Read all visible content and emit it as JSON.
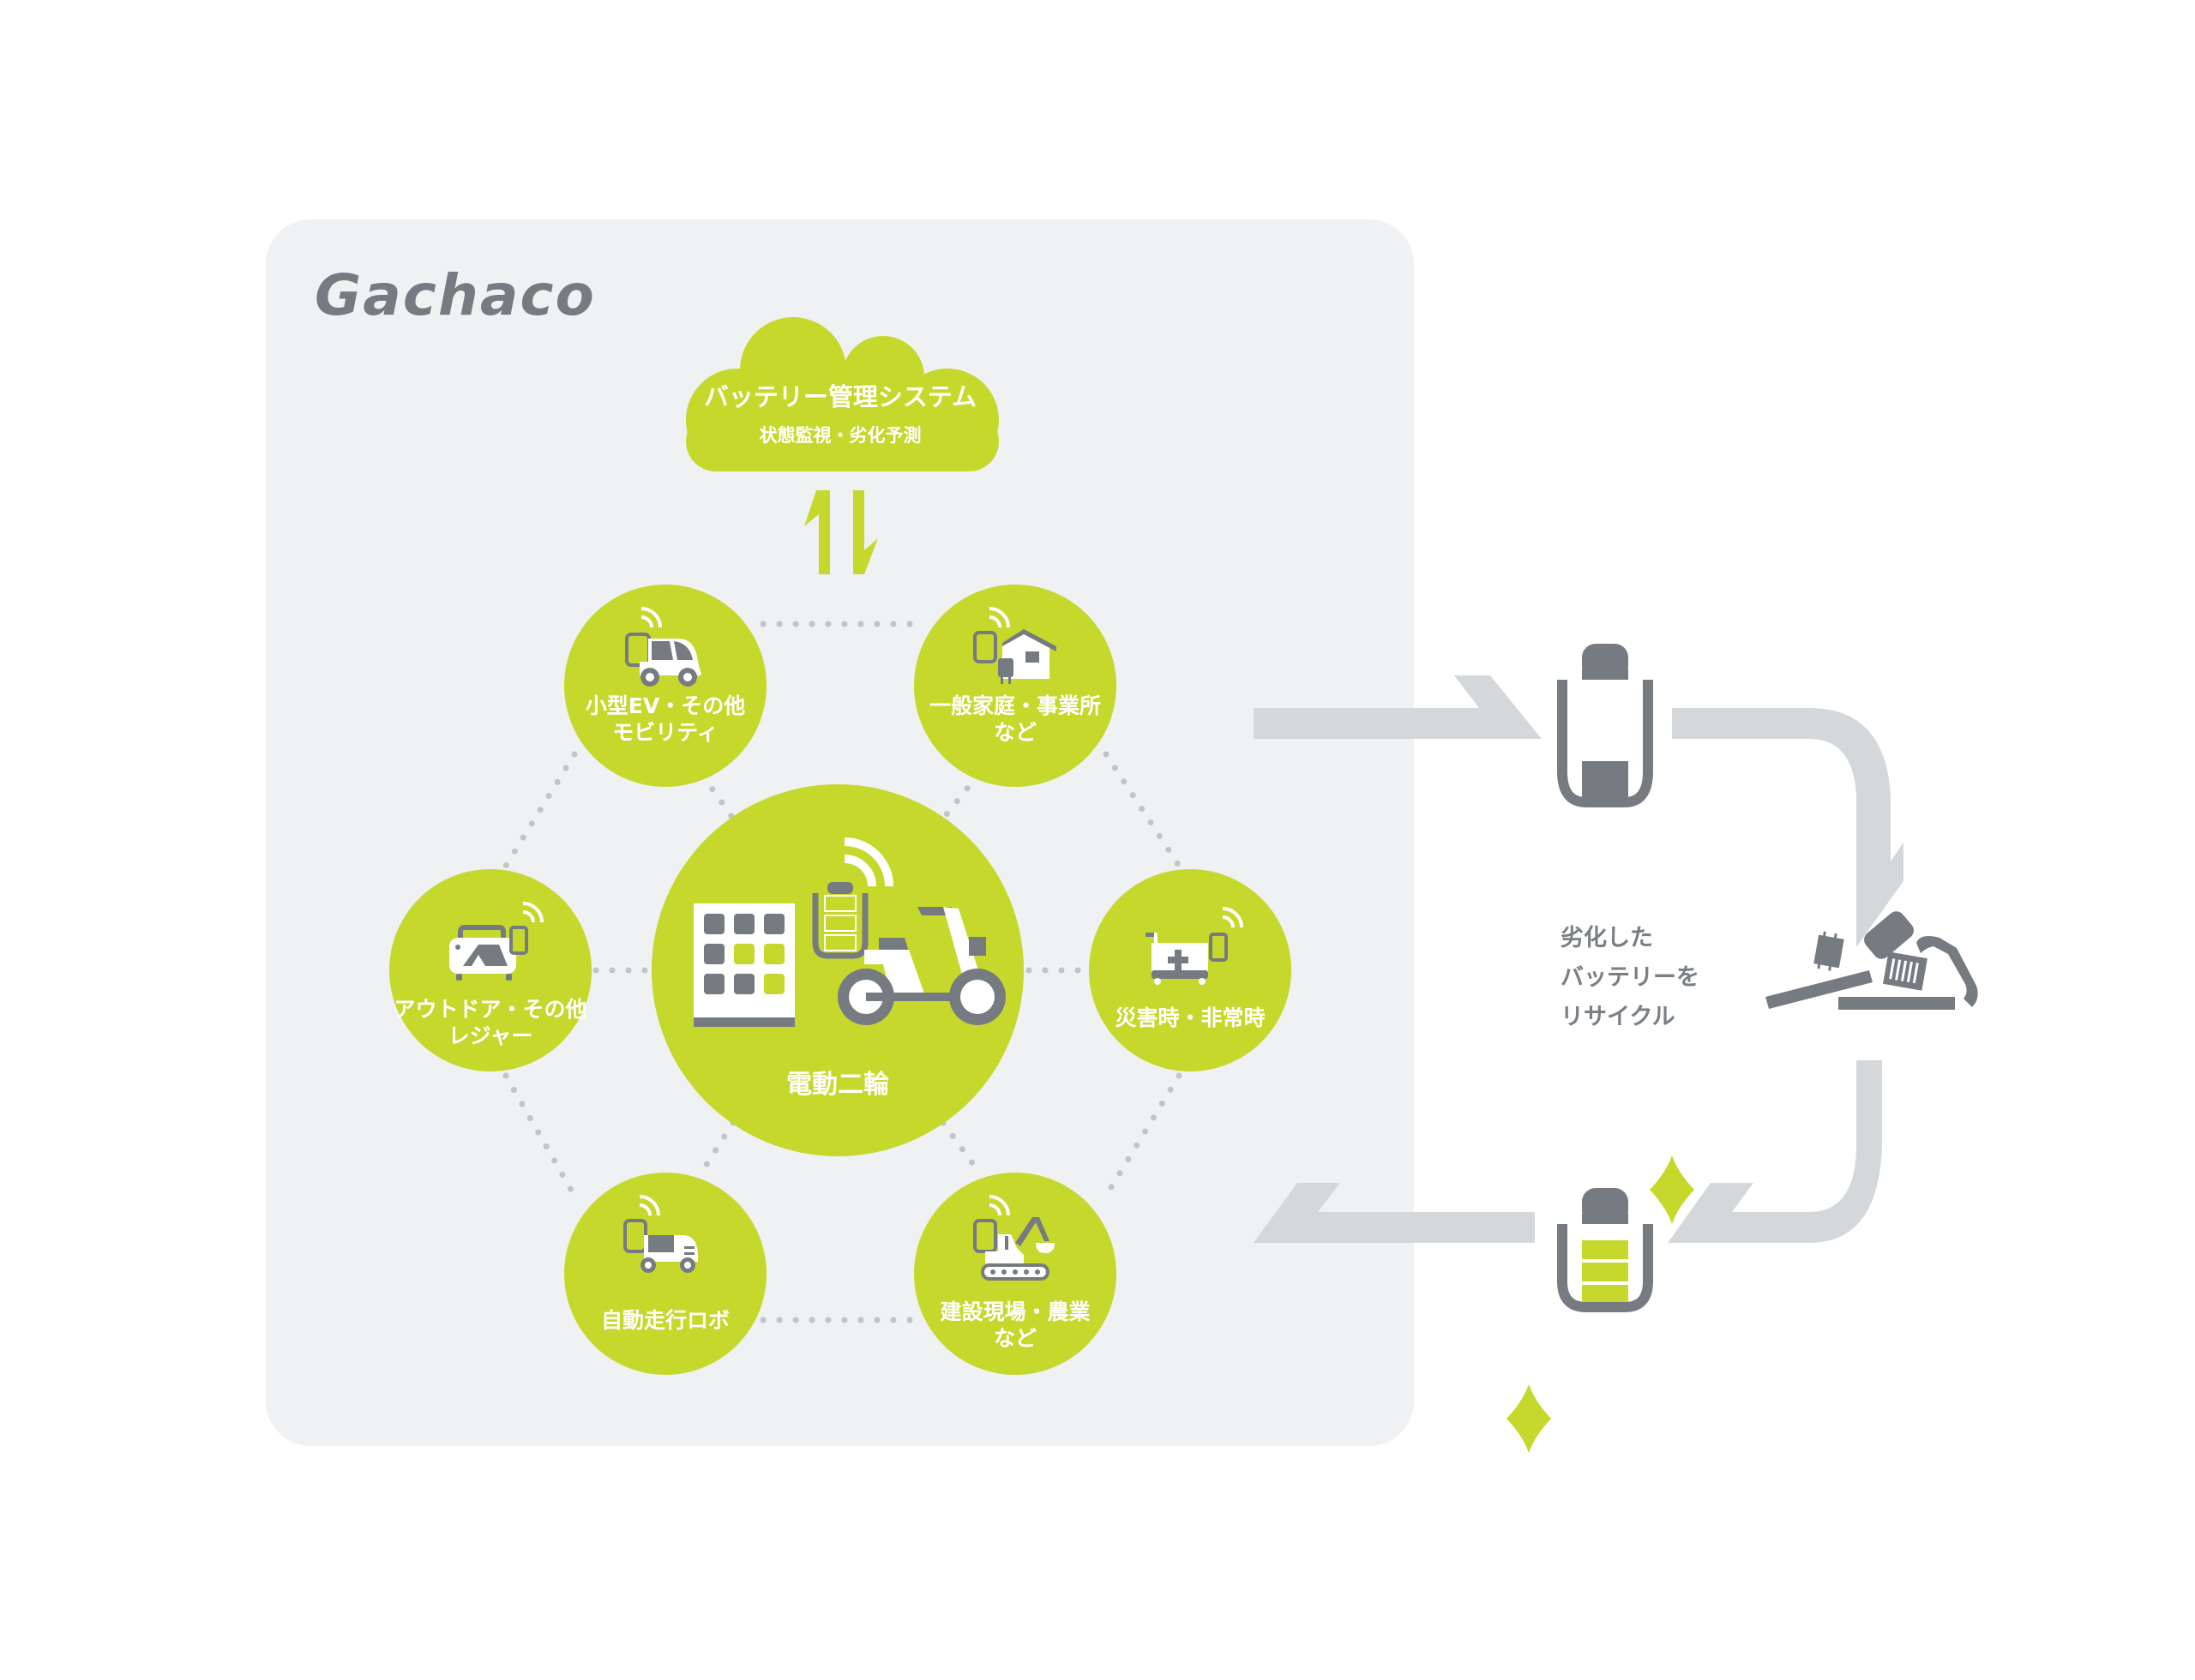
{
  "brand": {
    "logo_text_first": "G",
    "logo_text_rest": "achaco"
  },
  "colors": {
    "accent_green": "#c5d82b",
    "icon_gray": "#767b82",
    "panel_bg": "#eff1f3",
    "arrow_gray": "#d5d8db",
    "dot_gray": "#c1c4c8",
    "white": "#ffffff"
  },
  "cloud": {
    "title": "バッテリー管理システム",
    "subtitle": "状態監視・劣化予測",
    "link_icon": "bidirectional-arrows-icon"
  },
  "center_node": {
    "label": "電動二輪",
    "icon": "battery-swap-station-and-scooter-icon"
  },
  "nodes": [
    {
      "id": "small-ev",
      "lines": [
        "小型EV・その他",
        "モビリティ"
      ],
      "icon": "small-ev-car-icon"
    },
    {
      "id": "home-office",
      "lines": [
        "一般家庭・事業所",
        "など"
      ],
      "icon": "house-icon"
    },
    {
      "id": "outdoor",
      "lines": [
        "アウトドア・その他",
        "レジャー"
      ],
      "icon": "portable-power-tent-icon"
    },
    {
      "id": "disaster",
      "lines": [
        "災害時・非常時"
      ],
      "icon": "medical-cart-icon"
    },
    {
      "id": "robot",
      "lines": [
        "自動走行ロボ"
      ],
      "icon": "delivery-robot-icon"
    },
    {
      "id": "construction",
      "lines": [
        "建設現場・農業",
        "など"
      ],
      "icon": "excavator-icon"
    }
  ],
  "recycle_flow": {
    "degraded_battery_icon": "low-battery-icon",
    "recycle_text_lines": [
      "劣化した",
      "バッテリーを",
      "リサイクル"
    ],
    "recycle_icon": "disassembled-battery-parts-icon",
    "renewed_battery_icon": "full-battery-sparkle-icon"
  }
}
